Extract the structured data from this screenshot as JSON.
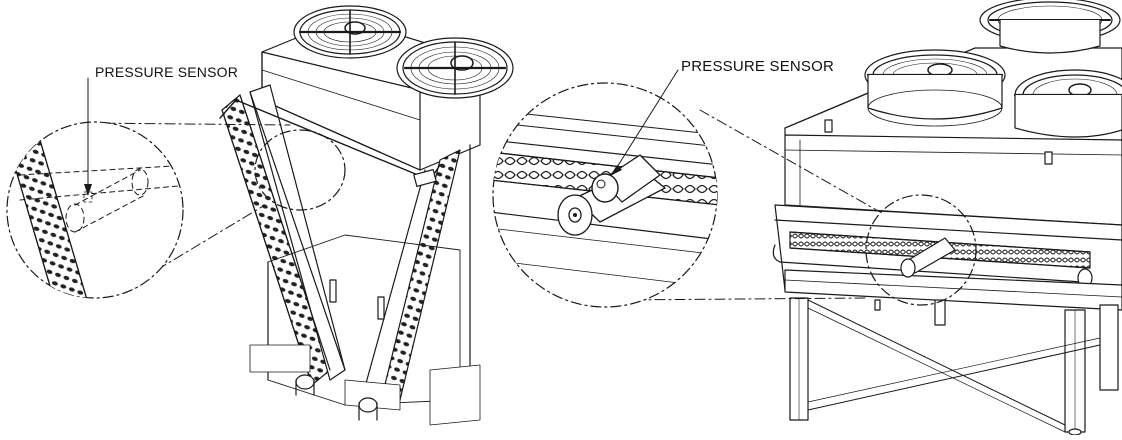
{
  "diagram": {
    "panels": [
      {
        "id": "left",
        "callout_label": "PRESSURE SENSOR"
      },
      {
        "id": "right",
        "callout_label": "PRESSURE SENSOR"
      }
    ],
    "colors": {
      "line": "#1a1a1a",
      "fill": "#ffffff",
      "hatch": "#333333"
    }
  }
}
